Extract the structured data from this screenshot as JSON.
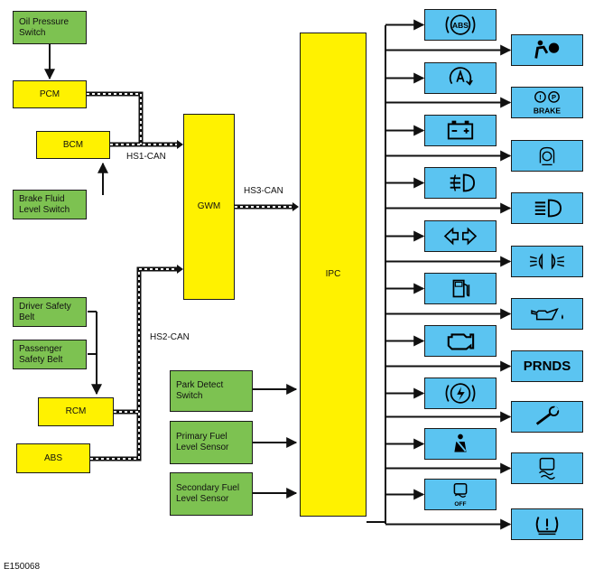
{
  "modules": {
    "oil_pressure_switch": "Oil Pressure\nSwitch",
    "pcm": "PCM",
    "bcm": "BCM",
    "brake_fluid_level_switch": "Brake Fluid\nLevel Switch",
    "gwm": "GWM",
    "ipc": "IPC",
    "driver_safety_belt": "Driver Safety\nBelt",
    "passenger_safety_belt": "Passenger\nSafety Belt",
    "rcm": "RCM",
    "abs": "ABS",
    "park_detect_switch": "Park Detect\nSwitch",
    "primary_fuel_level_sensor": "Primary Fuel\nLevel Sensor",
    "secondary_fuel_level_sensor": "Secondary Fuel\nLevel Sensor"
  },
  "buses": {
    "hs1": "HS1-CAN",
    "hs2": "HS2-CAN",
    "hs3": "HS3-CAN"
  },
  "indicator_texts": {
    "abs": "ABS",
    "brake": "BRAKE",
    "p": "P",
    "excl": "!",
    "prnds": "PRNDS",
    "off": "OFF"
  },
  "indicators": [
    "abs-warning-icon",
    "airbag-icon",
    "auto-start-stop-icon",
    "brake-warning-icon",
    "battery-charge-icon",
    "hill-descent-icon",
    "rear-fog-lamp-icon",
    "high-beam-icon",
    "turn-signal-icon",
    "side-lamps-icon",
    "low-fuel-icon",
    "oil-pressure-icon",
    "engine-check-icon",
    "prnds-indicator",
    "power-steering-warning-icon",
    "service-wrench-icon",
    "seat-belt-reminder-icon",
    "stability-control-icon",
    "stability-control-off-icon",
    "tire-pressure-icon"
  ],
  "colors": {
    "input_green": "#7dc251",
    "module_yellow": "#fff200",
    "indicator_blue": "#5bc4f1",
    "line": "#111111"
  },
  "figure_code": "E150068"
}
